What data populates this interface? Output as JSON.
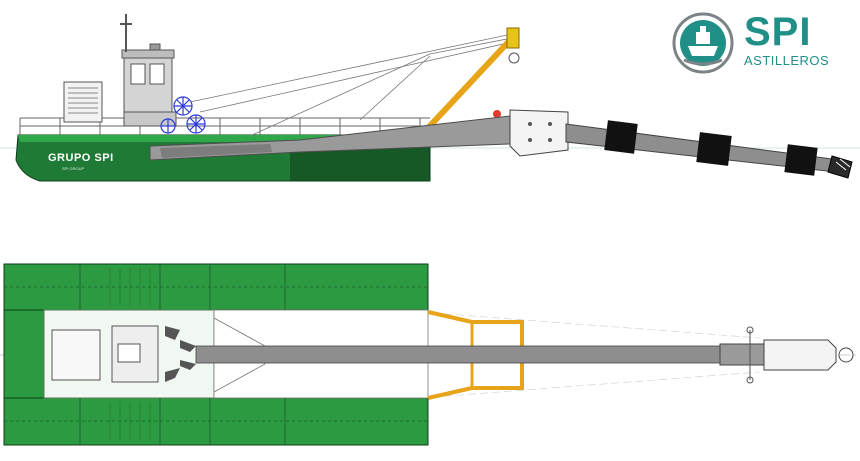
{
  "logo": {
    "word": "SPI",
    "sub": "ASTILLEROS",
    "mark_icon": "shipyard-emblem-icon"
  },
  "hull_marking": {
    "brand": "GRUPO SPI",
    "small": "SPI GROUP"
  },
  "colors": {
    "hull_green": "#1f7a35",
    "hull_green_light": "#2fa84a",
    "ladder_gray": "#9a9a9a",
    "pipe_black": "#111111",
    "boom_yellow": "#e8a418",
    "logo_teal": "#1f8f88",
    "logo_gray": "#7b8386",
    "winch_blue": "#2b3ad8",
    "accent_red": "#e23a2a"
  }
}
